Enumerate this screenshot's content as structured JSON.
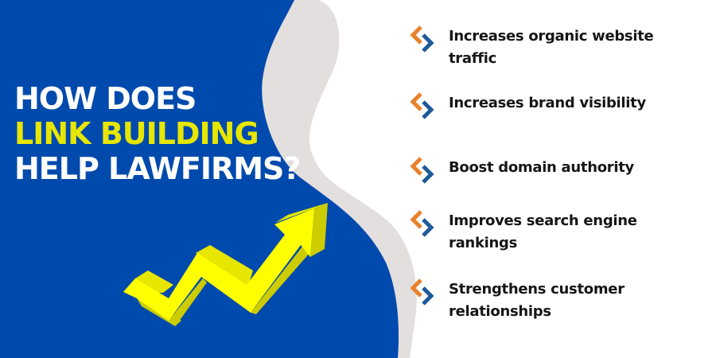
{
  "colors": {
    "blue_panel": "#004aad",
    "grey_wave": "#e4dfdf",
    "white": "#ffffff",
    "headline_white": "#ffffff",
    "headline_yellow": "#e6e600",
    "arrow_yellow": "#ffff00",
    "arrow_shade": "#cccc00",
    "icon_orange": "#e8812b",
    "icon_blue": "#1d5a99",
    "text": "#161616"
  },
  "headline": {
    "line1": "HOW DOES",
    "line2": "LINK BUILDING",
    "line3": "HELP LAWFIRMS?"
  },
  "graphic": {
    "arrow_icon": "rising-zigzag-arrow-icon"
  },
  "benefits": [
    {
      "icon": "orange-blue-chevron-icon",
      "label": "Increases organic website traffic"
    },
    {
      "icon": "orange-blue-chevron-icon",
      "label": "Increases  brand visibility"
    },
    {
      "icon": "orange-blue-chevron-icon",
      "label": "Boost domain authority"
    },
    {
      "icon": "orange-blue-chevron-icon",
      "label": "Improves search engine rankings"
    },
    {
      "icon": "orange-blue-chevron-icon",
      "label": "Strengthens customer relationships"
    }
  ]
}
